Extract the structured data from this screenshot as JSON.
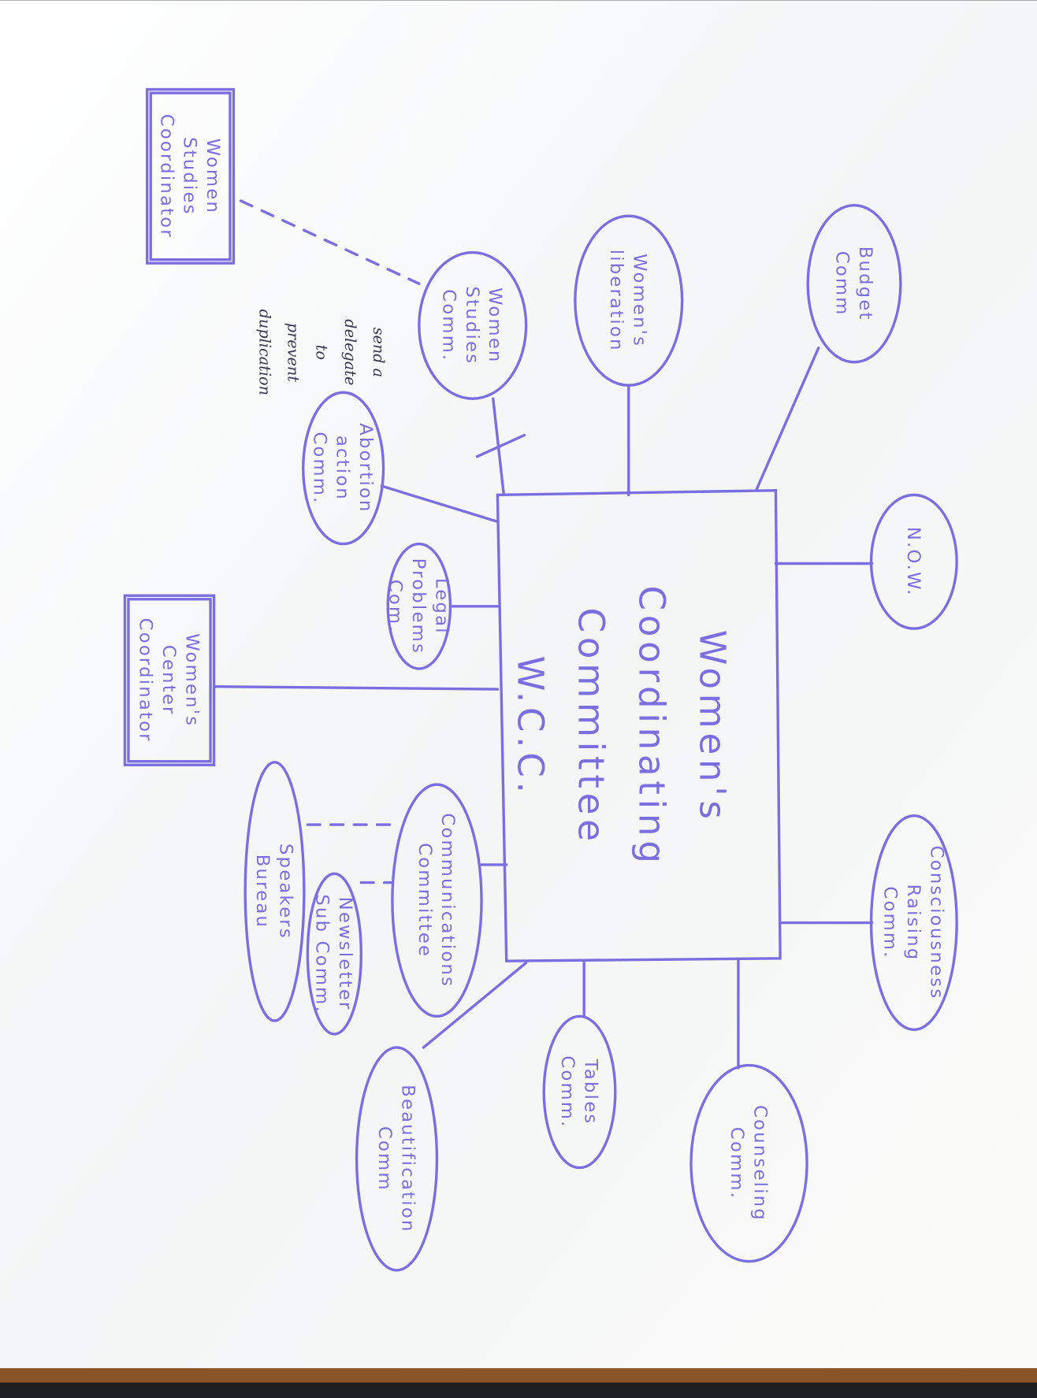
{
  "title": "Women's Coordinating Committee organizational chart",
  "ink_color": "#7a6ee0",
  "center": {
    "lines": [
      "Women's",
      "Coordinating",
      "Committee",
      "W.C.C."
    ]
  },
  "nodes": [
    {
      "id": "now",
      "lines": [
        "N.O.W."
      ]
    },
    {
      "id": "budget",
      "lines": [
        "Budget",
        "Comm"
      ]
    },
    {
      "id": "liberation",
      "lines": [
        "Women's",
        "liberation"
      ]
    },
    {
      "id": "studies-comm",
      "lines": [
        "Women",
        "Studies",
        "Comm."
      ]
    },
    {
      "id": "studies-coord",
      "lines": [
        "Women",
        "Studies",
        "Coordinator"
      ]
    },
    {
      "id": "abortion",
      "lines": [
        "Abortion",
        "action",
        "Comm."
      ]
    },
    {
      "id": "legal",
      "lines": [
        "Legal",
        "Problems",
        "Com."
      ]
    },
    {
      "id": "center-coord",
      "lines": [
        "Women's",
        "Center",
        "Coordinator"
      ]
    },
    {
      "id": "communications",
      "lines": [
        "Communications",
        "Committee"
      ]
    },
    {
      "id": "speakers",
      "lines": [
        "Speakers",
        "Bureau"
      ]
    },
    {
      "id": "newsletter",
      "lines": [
        "Newsletter",
        "Sub Comm."
      ]
    },
    {
      "id": "beautification",
      "lines": [
        "Beautification",
        "Comm"
      ]
    },
    {
      "id": "tables",
      "lines": [
        "Tables",
        "Comm."
      ]
    },
    {
      "id": "counseling",
      "lines": [
        "Counseling",
        "Comm."
      ]
    },
    {
      "id": "consciousness",
      "lines": [
        "Consciousness",
        "Raising",
        "Comm."
      ]
    }
  ],
  "annotation": {
    "lines": [
      "send a",
      "delegate",
      "to",
      "prevent",
      "duplication"
    ]
  }
}
